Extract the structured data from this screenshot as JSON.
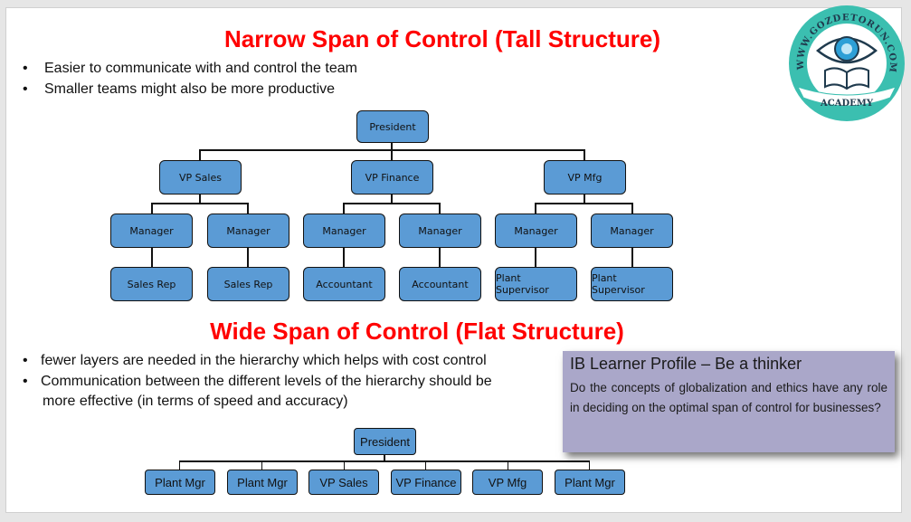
{
  "narrow": {
    "title": "Narrow Span of Control  (Tall Structure)",
    "bullets": [
      "Easier to communicate with and control the team",
      "Smaller teams might also be more productive"
    ],
    "president": "President",
    "vps": [
      "VP Sales",
      "VP Finance",
      "VP Mfg"
    ],
    "managers": [
      "Manager",
      "Manager",
      "Manager",
      "Manager",
      "Manager",
      "Manager"
    ],
    "staff": [
      "Sales Rep",
      "Sales Rep",
      "Accountant",
      "Accountant",
      "Plant Supervisor",
      "Plant Supervisor"
    ]
  },
  "wide": {
    "title": "Wide Span of Control  (Flat Structure)",
    "bullets": [
      "fewer layers are needed in the hierarchy which helps with cost control",
      "Communication between the different levels of the hierarchy should be",
      "more effective (in terms of speed and accuracy)"
    ],
    "president": "President",
    "children": [
      "Plant Mgr",
      "Plant Mgr",
      "VP Sales",
      "VP Finance",
      "VP Mfg",
      "Plant Mgr"
    ]
  },
  "ib_box": {
    "heading": "IB Learner Profile – Be a thinker",
    "text": "Do the concepts of globalization and ethics have any role in deciding on the optimal span of control for businesses?"
  },
  "logo": {
    "text": "WWW.GOZDETORUN.COM",
    "sub": "ACADEMY",
    "color": "#3bbfb0"
  }
}
